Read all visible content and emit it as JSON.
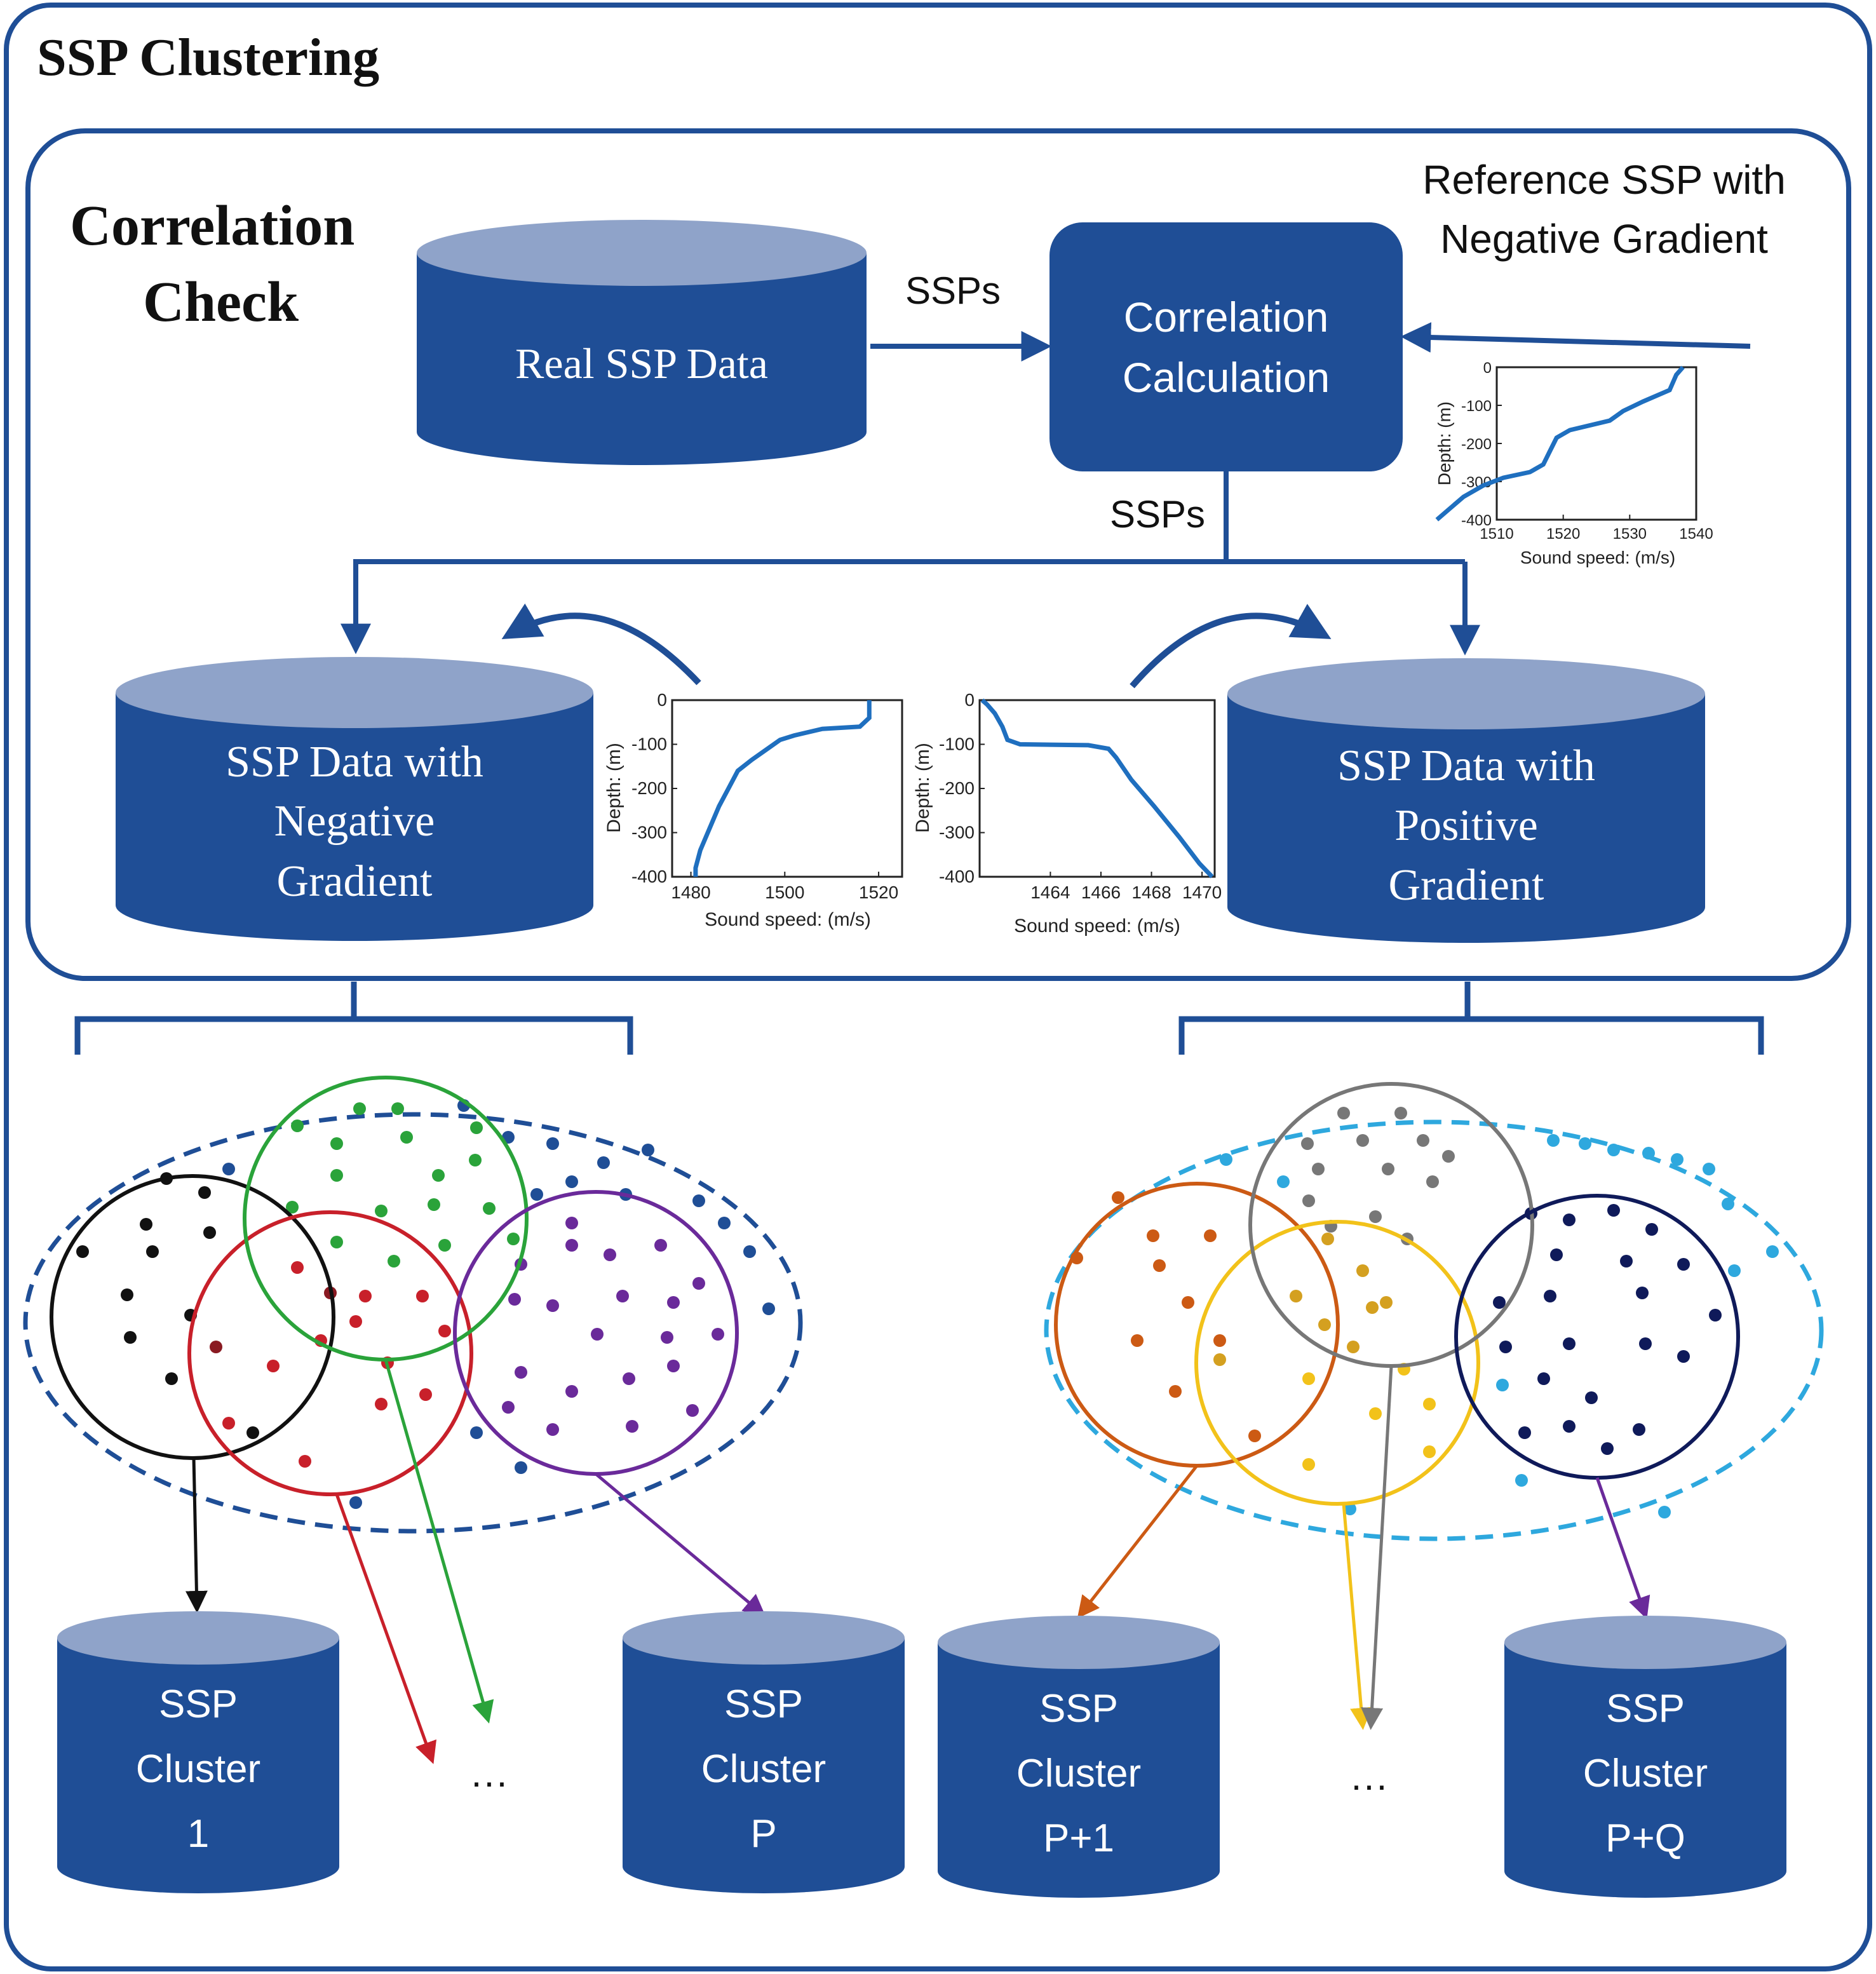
{
  "title": "SSP Clustering",
  "section_title_line1": "Correlation",
  "section_title_line2": "Check",
  "real_ssp_label": "Real SSP Data",
  "ssps_label_1": "SSPs",
  "ssps_label_2": "SSPs",
  "correlation_line1": "Correlation",
  "correlation_line2": "Calculation",
  "reference_line1": "Reference SSP with",
  "reference_line2": "Negative Gradient",
  "negative_db": [
    "SSP Data with",
    "Negative",
    "Gradient"
  ],
  "positive_db": [
    "SSP Data with",
    "Positive",
    "Gradient"
  ],
  "clusters": [
    {
      "line1": "SSP",
      "line2": "Cluster",
      "line3": "1"
    },
    {
      "line1": "SSP",
      "line2": "Cluster",
      "line3": "P"
    },
    {
      "line1": "SSP",
      "line2": "Cluster",
      "line3": "P+1"
    },
    {
      "line1": "SSP",
      "line2": "Cluster",
      "line3": "P+Q"
    }
  ],
  "ellipsis_left": "···",
  "ellipsis_right": "···",
  "colors": {
    "navy": "#1f4e96",
    "db_top": "#8fa3c9",
    "frame": "#1f4e96",
    "neg_ellipse": "#1f4e96",
    "pos_ellipse": "#2ea8de"
  },
  "plots": {
    "reference": {
      "ylabel": "Depth: (m)",
      "xlabel": "Sound speed: (m/s)",
      "xticks": [
        "1510",
        "1520",
        "1530",
        "1540"
      ],
      "yticks": [
        "0",
        "-100",
        "-200",
        "-300",
        "-400"
      ],
      "xlim": [
        1510,
        1540
      ],
      "ylim": [
        -400,
        0
      ],
      "points": [
        [
          1538,
          0
        ],
        [
          1537,
          -20
        ],
        [
          1536,
          -60
        ],
        [
          1532,
          -90
        ],
        [
          1529,
          -115
        ],
        [
          1527,
          -140
        ],
        [
          1521,
          -165
        ],
        [
          1519,
          -185
        ],
        [
          1518,
          -220
        ],
        [
          1517,
          -255
        ],
        [
          1515,
          -275
        ],
        [
          1511,
          -290
        ],
        [
          1508,
          -310
        ],
        [
          1505,
          -340
        ],
        [
          1503,
          -370
        ],
        [
          1501,
          -400
        ]
      ]
    },
    "negative": {
      "ylabel": "Depth: (m)",
      "xlabel": "Sound speed: (m/s)",
      "xticks": [
        "1480",
        "1500",
        "1520"
      ],
      "yticks": [
        "0",
        "-100",
        "-200",
        "-300",
        "-400"
      ],
      "xlim": [
        1476,
        1525
      ],
      "ylim": [
        -400,
        0
      ],
      "points": [
        [
          1518,
          0
        ],
        [
          1518,
          -40
        ],
        [
          1516,
          -60
        ],
        [
          1508,
          -65
        ],
        [
          1502,
          -80
        ],
        [
          1499,
          -90
        ],
        [
          1497,
          -105
        ],
        [
          1495,
          -120
        ],
        [
          1493,
          -135
        ],
        [
          1490,
          -160
        ],
        [
          1488,
          -200
        ],
        [
          1486,
          -240
        ],
        [
          1484,
          -290
        ],
        [
          1482,
          -340
        ],
        [
          1481,
          -380
        ],
        [
          1481,
          -400
        ]
      ]
    },
    "positive": {
      "ylabel": "Depth: (m)",
      "xlabel": "Sound speed: (m/s)",
      "xticks": [
        "1464",
        "1466",
        "1468",
        "1470"
      ],
      "yticks": [
        "0",
        "-100",
        "-200",
        "-300",
        "-400"
      ],
      "xlim": [
        1461.2,
        1470.5
      ],
      "ylim": [
        -400,
        0
      ],
      "points": [
        [
          1461.3,
          0
        ],
        [
          1461.5,
          -10
        ],
        [
          1461.8,
          -30
        ],
        [
          1462.1,
          -60
        ],
        [
          1462.3,
          -90
        ],
        [
          1462.8,
          -100
        ],
        [
          1465.5,
          -102
        ],
        [
          1466.3,
          -110
        ],
        [
          1466.6,
          -130
        ],
        [
          1467.2,
          -180
        ],
        [
          1468.1,
          -240
        ],
        [
          1469.1,
          -310
        ],
        [
          1469.9,
          -370
        ],
        [
          1470.4,
          -400
        ]
      ]
    }
  }
}
